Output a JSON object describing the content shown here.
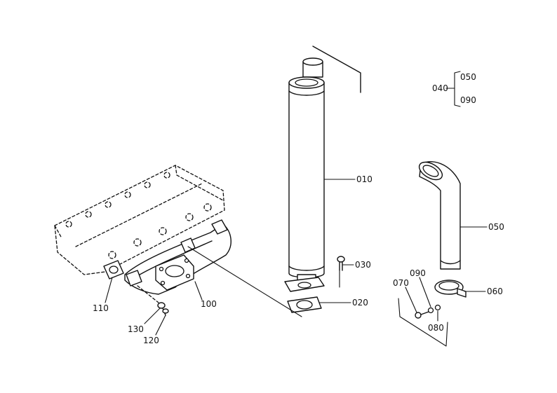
{
  "callouts": {
    "c010": "010",
    "c020": "020",
    "c030": "030",
    "c040": "040",
    "c050_ref": "050",
    "c090_ref": "090",
    "c050": "050",
    "c060": "060",
    "c070": "070",
    "c080": "080",
    "c090": "090",
    "c100": "100",
    "c110": "110",
    "c120": "120",
    "c130": "130"
  }
}
